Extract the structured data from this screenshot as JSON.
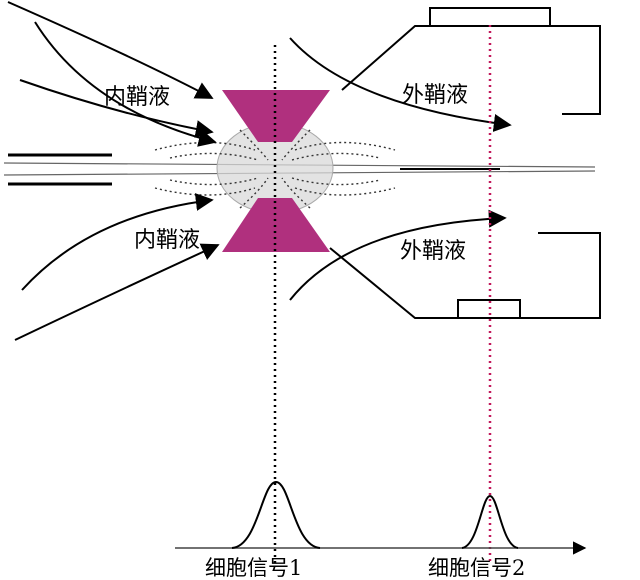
{
  "labels": {
    "inner_sheath_top": "内鞘液",
    "inner_sheath_bottom": "内鞘液",
    "outer_sheath_top": "外鞘液",
    "outer_sheath_bottom": "外鞘液",
    "signal_1": "细胞信号1",
    "signal_2": "细胞信号2"
  },
  "colors": {
    "electrode": "#b0307e",
    "signal_line_1": "#000000",
    "signal_line_2": "#c2185b",
    "sensing_zone": "#d9d9d9"
  }
}
